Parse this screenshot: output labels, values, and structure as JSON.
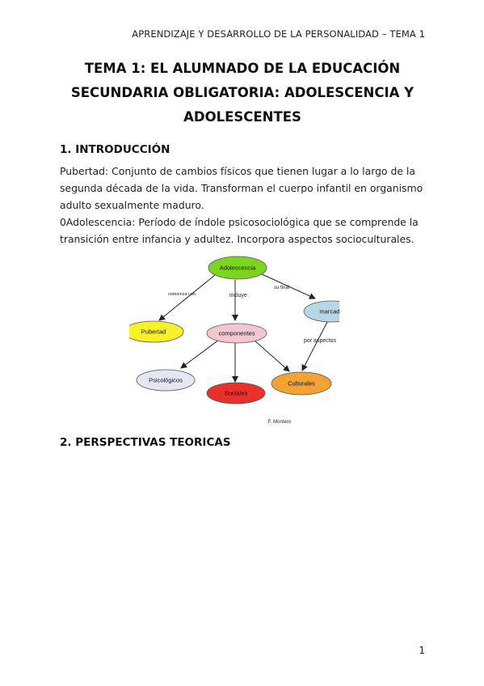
{
  "header": {
    "running_title": "APRENDIZAJE Y DESARROLLO DE LA PERSONALIDAD – TEMA 1"
  },
  "title": {
    "line1": "TEMA 1: EL ALUMNADO DE LA EDUCACIÓN",
    "line2": "SECUNDARIA OBLIGATORIA: ADOLESCENCIA Y",
    "line3": "ADOLESCENTES"
  },
  "sections": [
    {
      "heading": "1. INTRODUCCIÓN"
    },
    {
      "heading": "2. PERSPECTIVAS TEORICAS"
    }
  ],
  "paragraphs": [
    "Pubertad: Conjunto de cambios físicos que tienen lugar a lo largo de la segunda década de la vida. Transforman el cuerpo infantil en organismo adulto sexualmente maduro.",
    "0Adolescencia: Período de índole psicosociológica que se comprende la transición entre infancia y adultez. Incorpora aspectos socioculturales."
  ],
  "diagram": {
    "nodes": {
      "adolescencia": {
        "label": "Adolescencia",
        "color": "#7ed321"
      },
      "pubertad": {
        "label": "Pubertad",
        "color": "#f8f02a"
      },
      "componentes": {
        "label": "componentes",
        "color": "#f4c6cf"
      },
      "marcado": {
        "label": "marcado",
        "color": "#b7d7e6"
      },
      "psicologicos": {
        "label": "Psicológicos",
        "color": "#e4e6f4"
      },
      "sociales": {
        "label": "Sociales",
        "color": "#e8312a"
      },
      "culturales": {
        "label": "Culturales",
        "color": "#f3a236"
      }
    },
    "edges": {
      "comienza": "comienza con",
      "incluye": "incluye",
      "su_final": "su final",
      "por_aspectos": "por aspectos"
    },
    "credit": "F. Montero"
  },
  "footer": {
    "page_number": "1"
  }
}
